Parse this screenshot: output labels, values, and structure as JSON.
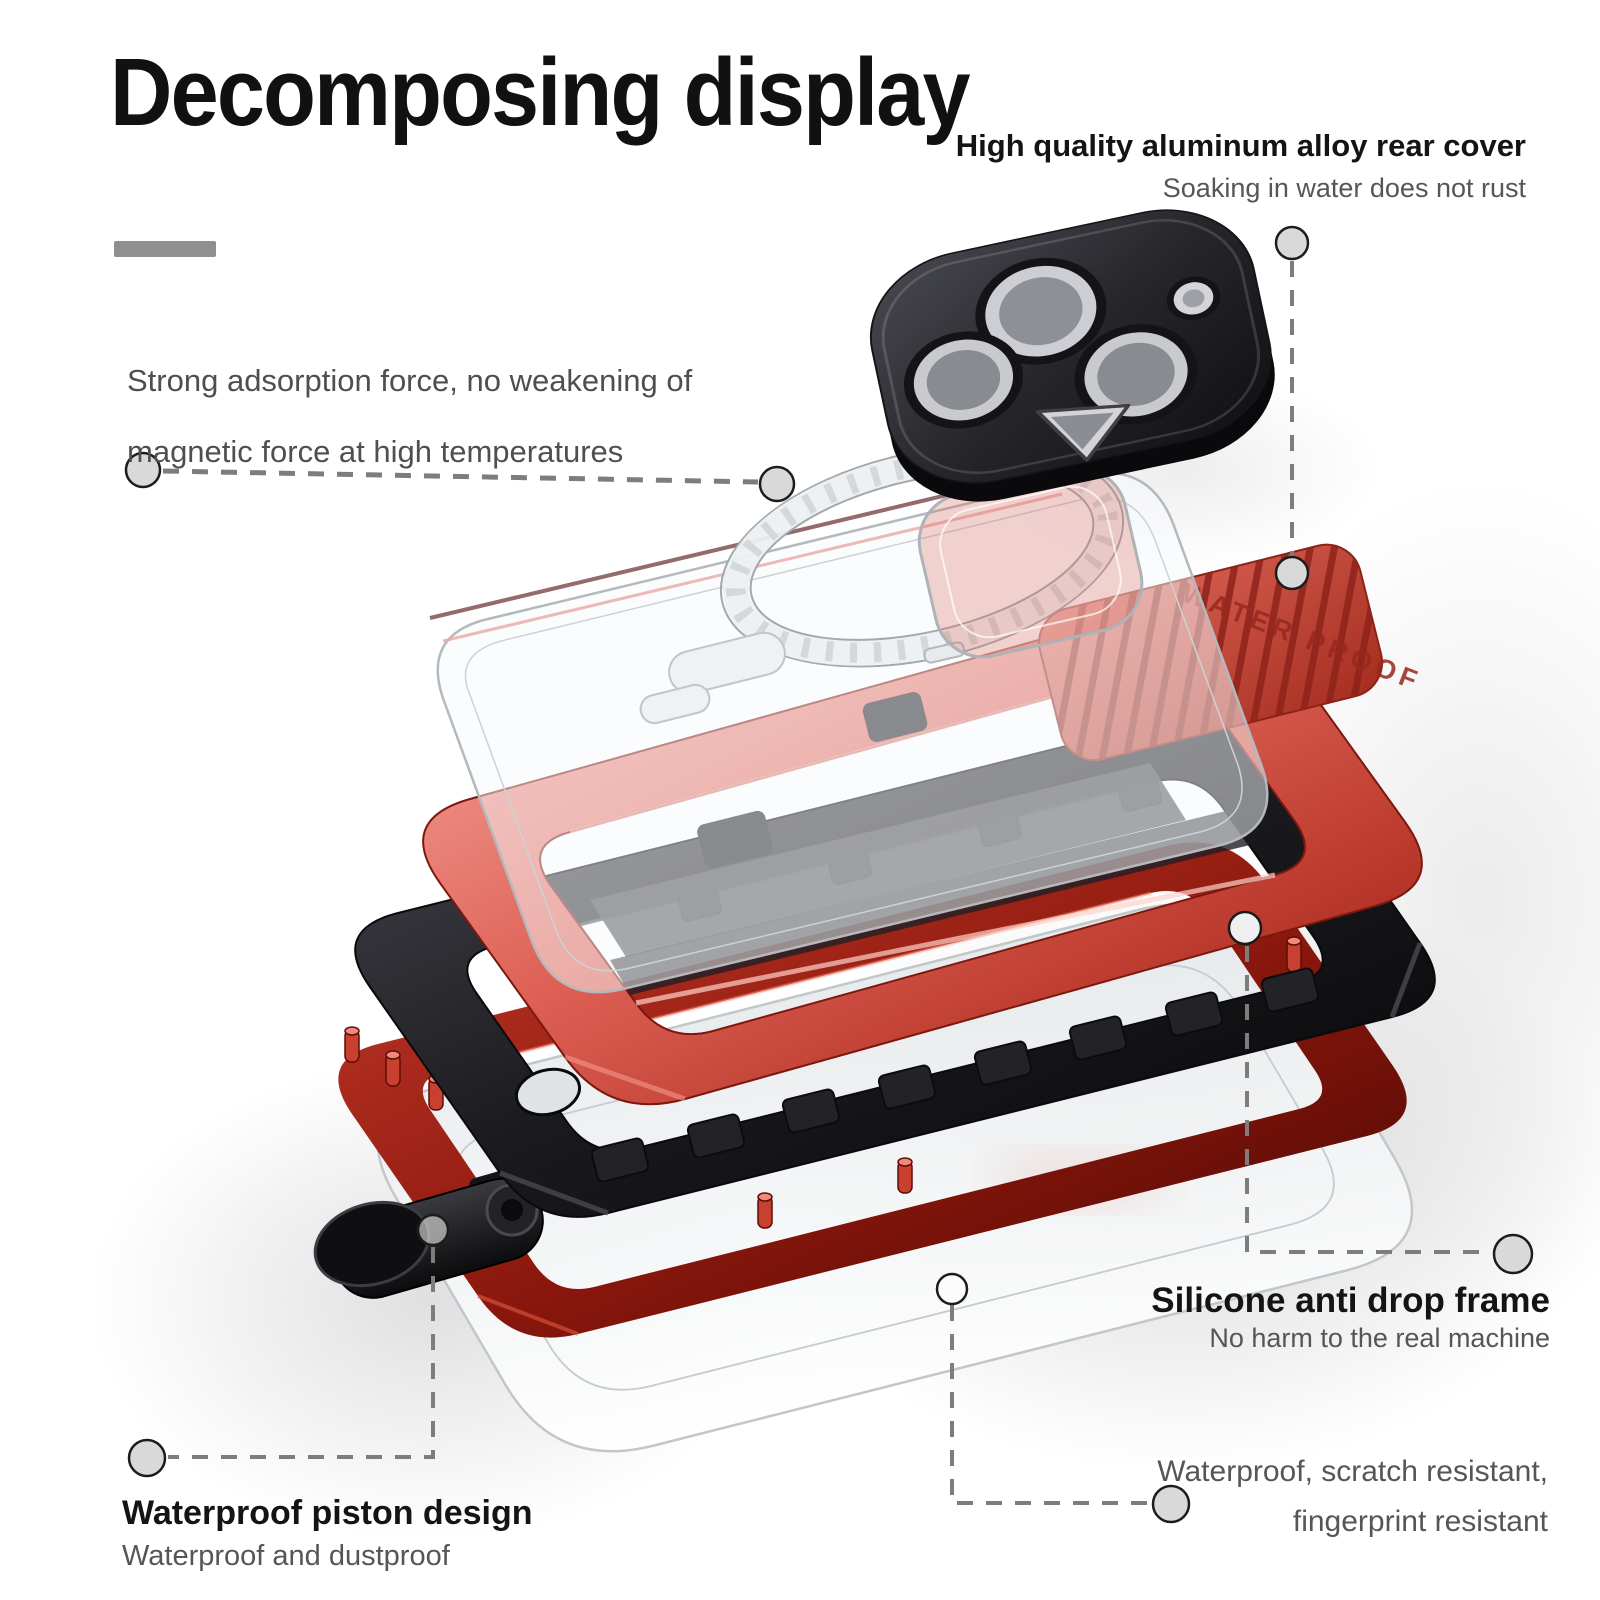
{
  "page": {
    "background": "#ffffff"
  },
  "title": {
    "text": "Decomposing display",
    "color": "#111111",
    "underline_color": "#8f8f8f"
  },
  "annotations": {
    "rear_cover": {
      "title": "High quality aluminum alloy rear cover",
      "subtitle": "Soaking in water does not rust"
    },
    "magnet": {
      "line1": "Strong adsorption force, no weakening of",
      "line2": "magnetic force at high temperatures"
    },
    "piston": {
      "title": "Waterproof piston design",
      "subtitle": "Waterproof and dustproof"
    },
    "silicone": {
      "title": "Silicone anti drop frame",
      "subtitle": "No harm to the real machine"
    },
    "screen": {
      "line1": "Waterproof, scratch resistant,",
      "line2": "fingerprint resistant"
    }
  },
  "illustration": {
    "embossed_text": "WATER PROOF",
    "colors": {
      "aluminum_frame_red": "#d95549",
      "inner_frame_red": "#9c1d12",
      "silicone_black": "#1c1c20",
      "camera_cover_black": "#2a2a2e",
      "magsafe_ring_white": "#edf0f2",
      "leader_line_gray": "#7d7d7d",
      "dot_fill_gray": "#d9d9d9"
    }
  }
}
